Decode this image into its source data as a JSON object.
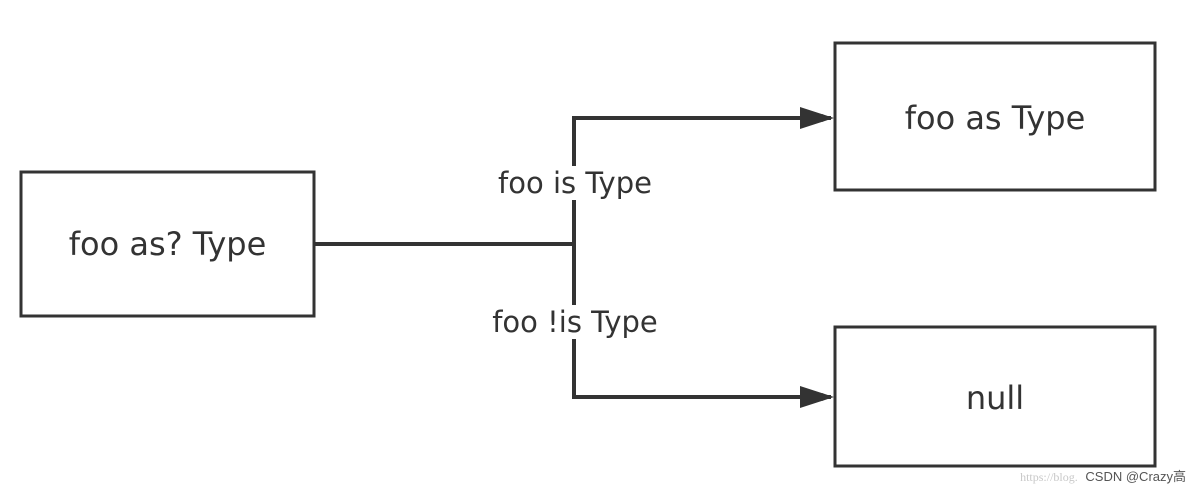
{
  "diagram": {
    "nodes": {
      "source": {
        "label": "foo as? Type"
      },
      "success": {
        "label": "foo as Type"
      },
      "failure": {
        "label": "null"
      }
    },
    "edges": {
      "is_branch": {
        "label": "foo is Type"
      },
      "not_is_branch": {
        "label": "foo !is Type"
      }
    },
    "colors": {
      "stroke": "#333333",
      "text": "#333333",
      "background": "#ffffff"
    }
  },
  "watermark": {
    "url": "https://blog.",
    "text": "CSDN @Crazy高"
  }
}
